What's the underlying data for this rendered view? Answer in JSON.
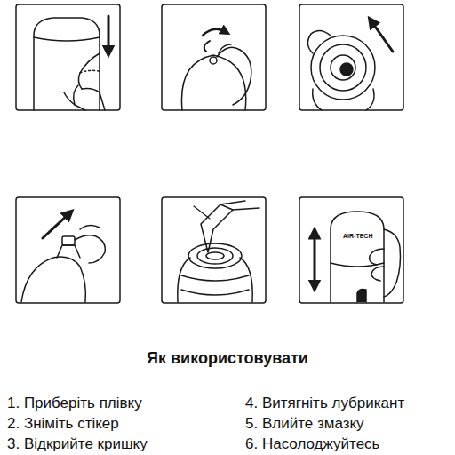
{
  "diagram": {
    "title": "Як використовувати",
    "labels": [
      "AIR-TECH",
      "1. Приберіть плівку",
      "2. Зніміть стікер",
      "3. Відкрийте кришку",
      "4. Витягніть лубрикант",
      "5. Влийте змазку",
      "6. Насолоджуйтесь"
    ]
  }
}
